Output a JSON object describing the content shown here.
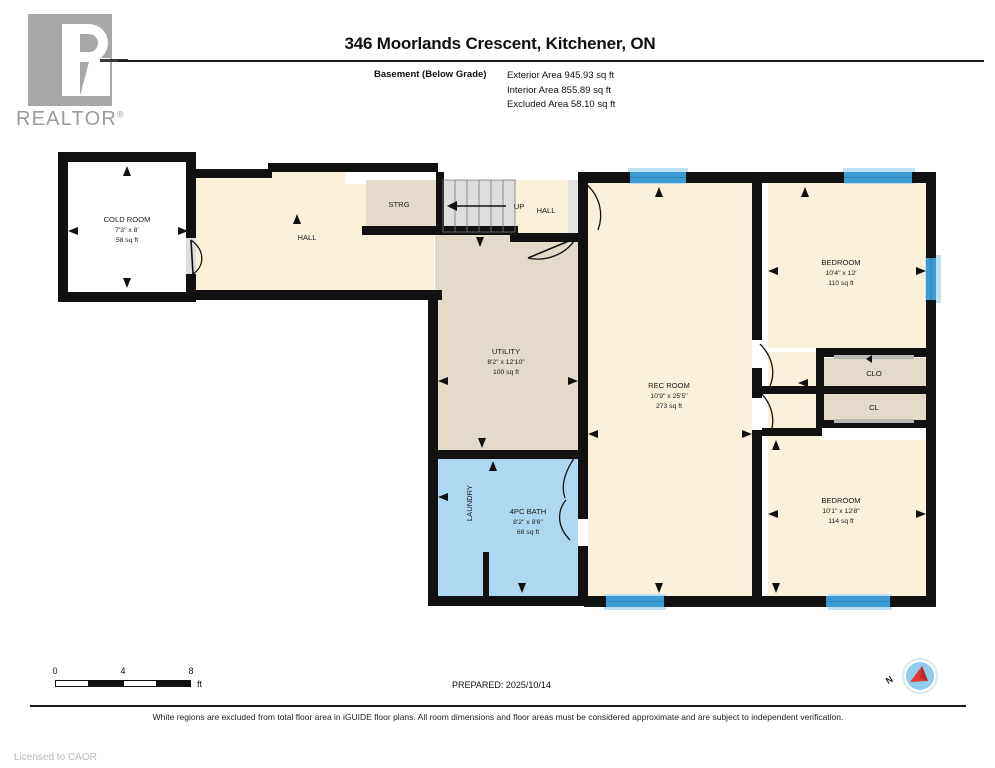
{
  "brand": {
    "logo_text": "REALTOR",
    "logo_registered": "®",
    "licensed_to": "Licensed to CAOR"
  },
  "header": {
    "title": "346 Moorlands Crescent, Kitchener, ON",
    "level_label": "Basement (Below Grade)",
    "areas": [
      "Exterior Area 945.93 sq ft",
      "Interior Area 855.89 sq ft",
      "Excluded Area 58.10 sq ft"
    ]
  },
  "footer": {
    "scale_ticks": [
      "0",
      "4",
      "8"
    ],
    "scale_unit": "ft",
    "prepared": "PREPARED: 2025/10/14",
    "disclaimer": "White regions are excluded from total floor area in iGUIDE floor plans. All room dimensions and floor areas must be considered approximate and are subject to independent verification.",
    "compass_label": "N"
  },
  "plan": {
    "stairs_direction": "UP",
    "rooms": [
      {
        "id": "cold-room",
        "name": "COLD ROOM",
        "dims": "7'3\" x 8'",
        "area": "58 sq ft",
        "fill": "#ffffff"
      },
      {
        "id": "hall-main",
        "name": "HALL",
        "dims": "",
        "area": "",
        "fill": "#fbf0d9"
      },
      {
        "id": "storage",
        "name": "STRG",
        "dims": "",
        "area": "",
        "fill": "#e3dac9"
      },
      {
        "id": "hall-stair",
        "name": "HALL",
        "dims": "",
        "area": "",
        "fill": "#fbf0d9"
      },
      {
        "id": "utility",
        "name": "UTILITY",
        "dims": "8'2\" x 12'10\"",
        "area": "100 sq ft",
        "fill": "#e3dac9"
      },
      {
        "id": "laundry",
        "name": "LAUNDRY",
        "dims": "",
        "area": "",
        "fill": "#aed8f2"
      },
      {
        "id": "bath",
        "name": "4PC BATH",
        "dims": "8'2\" x 8'6\"",
        "area": "68 sq ft",
        "fill": "#aed8f2"
      },
      {
        "id": "rec-room",
        "name": "REC ROOM",
        "dims": "10'9\" x 25'5\"",
        "area": "273 sq ft",
        "fill": "#fbf0d9"
      },
      {
        "id": "bedroom-1",
        "name": "BEDROOM",
        "dims": "10'4\" x 12'",
        "area": "110 sq ft",
        "fill": "#fbf0d9"
      },
      {
        "id": "bedroom-2",
        "name": "BEDROOM",
        "dims": "10'1\" x 12'8\"",
        "area": "114 sq ft",
        "fill": "#fbf0d9"
      },
      {
        "id": "closet-1",
        "name": "CLO",
        "dims": "",
        "area": "",
        "fill": "#e3dac9"
      },
      {
        "id": "closet-2",
        "name": "CL",
        "dims": "",
        "area": "",
        "fill": "#e3dac9"
      }
    ],
    "colors": {
      "wall": "#111111",
      "window": "#3d9bd4",
      "window_glow": "#bfe0f5",
      "floor_cream": "#fbf0d9",
      "floor_taupe": "#e3dac9",
      "floor_blue": "#aed8f2",
      "excluded_white": "#ffffff"
    }
  }
}
